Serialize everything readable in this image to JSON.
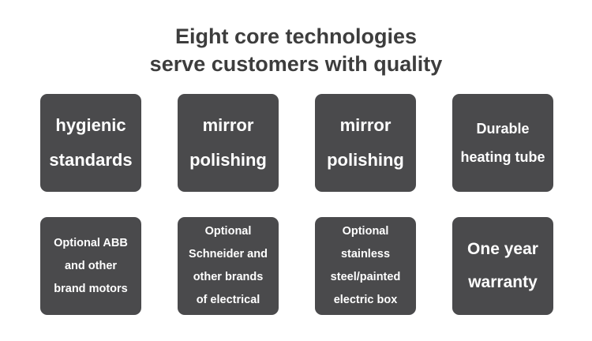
{
  "heading": {
    "line1": "Eight core technologies",
    "line2": "serve customers with quality"
  },
  "tiles": [
    {
      "lines": [
        "hygienic",
        "standards"
      ]
    },
    {
      "lines": [
        "mirror",
        "polishing"
      ]
    },
    {
      "lines": [
        "mirror",
        "polishing"
      ]
    },
    {
      "lines": [
        "Durable",
        "heating tube"
      ]
    },
    {
      "lines": [
        "Optional ABB",
        "and other",
        "brand motors"
      ]
    },
    {
      "lines": [
        "Optional",
        "Schneider and",
        "other brands",
        "of electrical"
      ]
    },
    {
      "lines": [
        "Optional",
        "stainless",
        "steel/painted",
        "electric box"
      ]
    },
    {
      "lines": [
        "One year",
        "warranty"
      ]
    }
  ],
  "colors": {
    "tile_background": "#4a4a4c",
    "tile_text": "#ffffff",
    "heading_text": "#3d3d3d"
  }
}
